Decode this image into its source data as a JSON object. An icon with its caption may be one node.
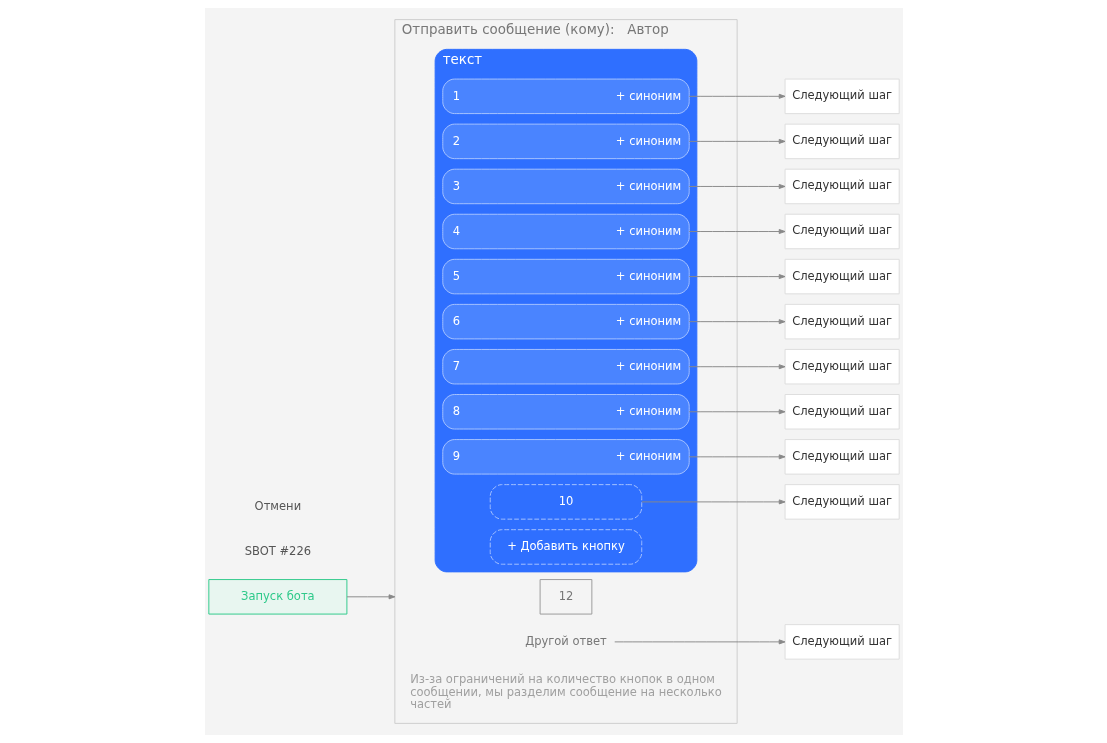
{
  "diagram": {
    "nodes": [
      {
        "text": [
          "Запуск бота"
        ]
      },
      {
        "text": [
          "Отправить сообщение (кому):",
          "Автор"
        ]
      },
      {
        "text": [
          "12"
        ],
        "in": 1
      },
      {
        "text": [
          "текст"
        ],
        "in": 1
      },
      {
        "text": [
          "1",
          "+ синоним"
        ],
        "in": 3
      },
      {
        "text": [
          "2",
          "+ синоним"
        ],
        "in": 3
      },
      {
        "text": [
          "3",
          "+ синоним"
        ],
        "in": 3
      },
      {
        "text": [
          "4",
          "+ синоним"
        ],
        "in": 3
      },
      {
        "text": [
          "5",
          "+ синоним"
        ],
        "in": 3
      },
      {
        "text": [
          "6",
          "+ синоним"
        ],
        "in": 3
      },
      {
        "text": [
          "7",
          "+ синоним"
        ],
        "in": 3
      },
      {
        "text": [
          "8",
          "+ синоним"
        ],
        "in": 3
      },
      {
        "text": [
          "9",
          "+ синоним"
        ],
        "in": 3
      },
      {
        "text": [
          "10"
        ],
        "in": 3
      },
      {
        "text": [
          "+ Добавить кнопку"
        ],
        "in": 3
      },
      {
        "text": [
          "Другой ответ"
        ],
        "in": 1
      },
      {
        "text": [
          "Из-за ограничений на количество кнопок в одном сообщении, мы разделим сообщение на несколько частей"
        ],
        "in": 1
      },
      {
        "text": [
          "Следующий шаг"
        ]
      },
      {
        "text": [
          "Следующий шаг"
        ]
      },
      {
        "text": [
          "Следующий шаг"
        ]
      },
      {
        "text": [
          "Следующий шаг"
        ]
      },
      {
        "text": [
          "Следующий шаг"
        ]
      },
      {
        "text": [
          "Следующий шаг"
        ]
      },
      {
        "text": [
          "Следующий шаг"
        ]
      },
      {
        "text": [
          "Следующий шаг"
        ]
      },
      {
        "text": [
          "Следующий шаг"
        ]
      },
      {
        "text": [
          "Следующий шаг"
        ]
      },
      {
        "text": [
          "Следующий шаг"
        ]
      }
    ],
    "edges": [
      {
        "from": 0,
        "to": 1,
        "arrow": "to"
      },
      {
        "from": 4,
        "to": 17,
        "arrow": "to"
      },
      {
        "from": 5,
        "to": 18,
        "arrow": "to"
      },
      {
        "from": 6,
        "to": 19,
        "arrow": "to"
      },
      {
        "from": 7,
        "to": 20,
        "arrow": "to"
      },
      {
        "from": 8,
        "to": 21,
        "arrow": "to"
      },
      {
        "from": 9,
        "to": 22,
        "arrow": "to"
      },
      {
        "from": 10,
        "to": 23,
        "arrow": "to"
      },
      {
        "from": 11,
        "to": 24,
        "arrow": "to"
      },
      {
        "from": 12,
        "to": 25,
        "arrow": "to"
      },
      {
        "from": 13,
        "to": 26,
        "arrow": "to"
      },
      {
        "from": 15,
        "to": 27,
        "arrow": "to"
      }
    ],
    "labels": [
      "SBOT #226",
      "Отмени"
    ]
  }
}
